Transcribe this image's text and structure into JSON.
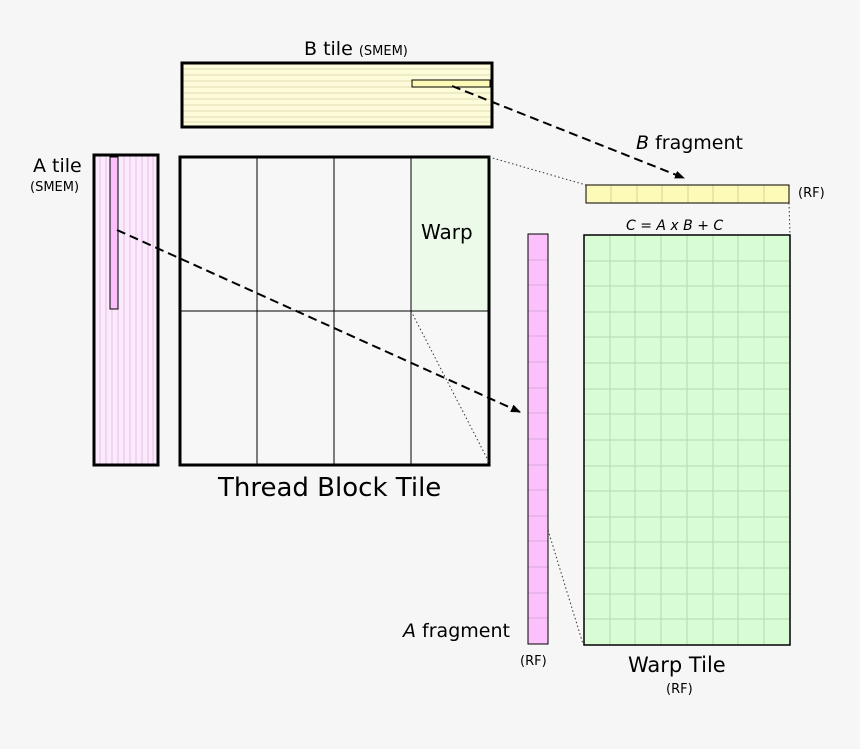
{
  "labels": {
    "b_tile": "B tile",
    "b_tile_mem": "(SMEM)",
    "a_tile_1": "A tile",
    "a_tile_mem": "(SMEM)",
    "b_fragment_var": "B",
    "b_fragment_word": "fragment",
    "b_fragment_mem": "(RF)",
    "equation": "C = A x B + C",
    "warp": "Warp",
    "thread_block_tile": "Thread Block Tile",
    "a_fragment_var": "A",
    "a_fragment_word": "fragment",
    "a_fragment_mem": "(RF)",
    "warp_tile": "Warp Tile",
    "warp_tile_mem": "(RF)"
  },
  "colors": {
    "b_tile_fill": "#fdfbd9",
    "b_fragment_fill": "#fdf9b6",
    "a_tile_fill": "#fbeafc",
    "a_fragment_fill": "#fcc1fc",
    "warp_fill": "#ecfbe9",
    "warp_tile_fill": "#d8fcd4",
    "background": "#f6f6f6"
  }
}
